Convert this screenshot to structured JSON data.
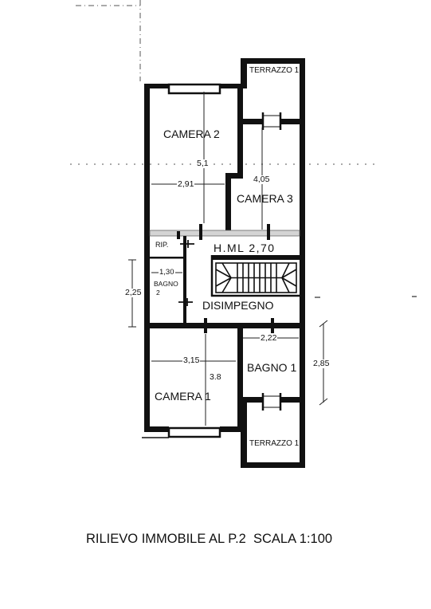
{
  "labels": {
    "terrazzo_top": "TERRAZZO 1",
    "camera_2": "CAMERA 2",
    "camera_3": "CAMERA 3",
    "rip": "RIP.",
    "hml": "H.ML 2,70",
    "bagno_2": "BAGNO",
    "bagno_2_number": "2",
    "disimpegno": "DISIMPEGNO",
    "bagno_1": "BAGNO 1",
    "camera_1": "CAMERA 1",
    "terrazzo_bottom": "TERRAZZO 1"
  },
  "dimensions": {
    "camera_2_length": "5,1",
    "camera_3_length": "4,05",
    "camera_2_width": "2,91",
    "bagno_2_width": "1,30",
    "bagno_2_length": "2,25",
    "bagno_1_width": "2,22",
    "camera_1_width": "3,15",
    "camera_1_length": "3.8",
    "bagno_1_length": "2,85"
  },
  "caption": "RILIEVO IMMOBILE AL P.2  SCALA 1:100"
}
